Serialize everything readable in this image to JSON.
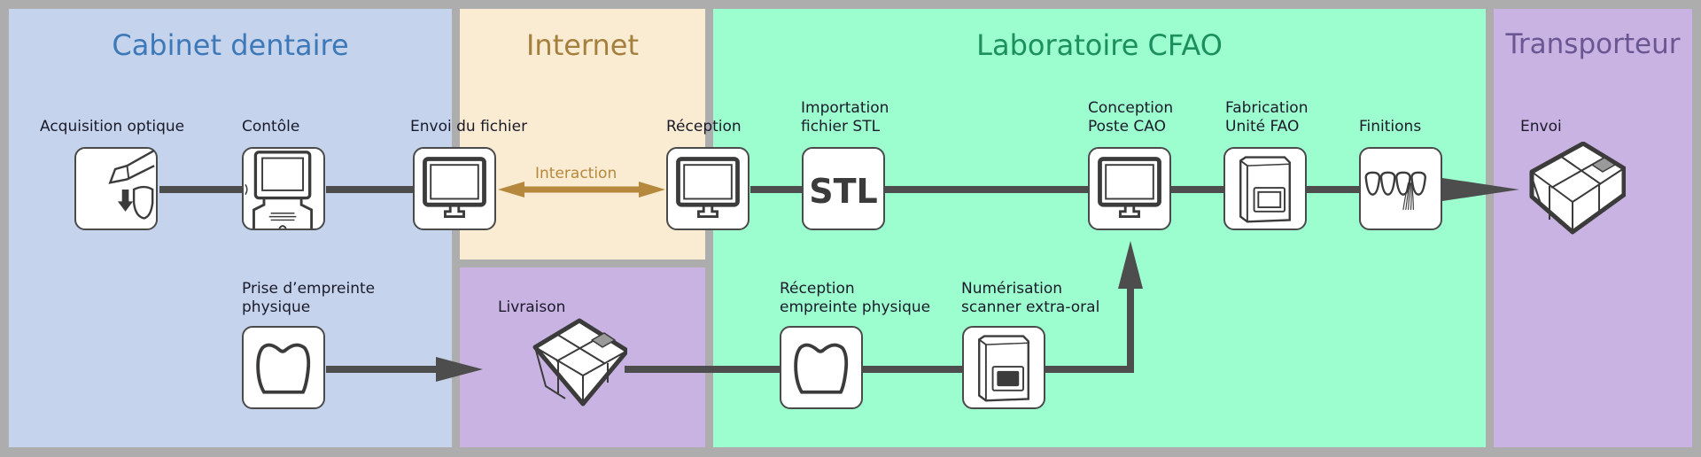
{
  "zones": {
    "cabinet": {
      "title": "Cabinet dentaire",
      "bg": "#c5d4ec",
      "title_color": "#3d78b8"
    },
    "internet": {
      "title": "Internet",
      "bg": "#faecd2",
      "title_color": "#a57f3d"
    },
    "livraison_zone": {
      "bg": "#c9b3e2"
    },
    "laboratoire": {
      "title": "Laboratoire CFAO",
      "bg": "#9cfdcf",
      "title_color": "#1b8f5c"
    },
    "transporteur": {
      "title": "Transporteur",
      "bg": "#c9b3e2",
      "title_color": "#6b5694"
    }
  },
  "nodes": {
    "acquisition": {
      "label": "Acquisition optique",
      "icon": "intraoral-scanner-icon"
    },
    "controle": {
      "label": "Contôle",
      "icon": "computer-workstation-icon"
    },
    "envoi_fichier": {
      "label": "Envoi du fichier",
      "icon": "monitor-icon"
    },
    "reception": {
      "label": "Réception",
      "icon": "monitor-icon"
    },
    "importation": {
      "label": "Importation\nfichier STL",
      "icon_text": "STL"
    },
    "conception": {
      "label": "Conception\nPoste CAO",
      "icon": "monitor-icon"
    },
    "fabrication": {
      "label": "Fabrication\nUnité FAO",
      "icon": "milling-machine-icon"
    },
    "finitions": {
      "label": "Finitions",
      "icon": "teeth-polishing-icon"
    },
    "envoi_transport": {
      "label": "Envoi",
      "icon": "package-icon"
    },
    "prise_empreinte": {
      "label": "Prise d’empreinte\nphysique",
      "icon": "tooth-impression-icon"
    },
    "livraison": {
      "label": "Livraison",
      "icon": "package-icon"
    },
    "reception_empreinte": {
      "label": "Réception\nempreinte physique",
      "icon": "tooth-impression-icon"
    },
    "numerisation": {
      "label": "Numérisation\nscanner extra-oral",
      "icon": "extraoral-scanner-icon"
    }
  },
  "interaction": {
    "label": "Interaction",
    "color": "#b5883e"
  },
  "colors": {
    "connector": "#4d4d4d",
    "border": "#adadad"
  }
}
